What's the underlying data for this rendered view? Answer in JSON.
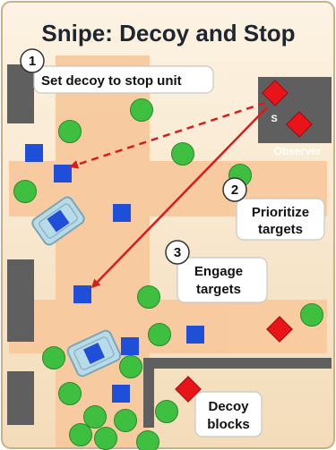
{
  "title": "Snipe: Decoy and Stop",
  "steps": [
    {
      "number": "1",
      "lines": [
        "Set decoy to stop unit"
      ]
    },
    {
      "number": "2",
      "lines": [
        "Prioritize",
        "targets"
      ]
    },
    {
      "number": "3",
      "lines": [
        "Engage",
        "targets"
      ]
    }
  ],
  "decoy_box": {
    "lines": [
      "Decoy",
      "blocks"
    ]
  },
  "labels": {
    "sniper": "S",
    "observer": "Observer"
  },
  "colors": {
    "background": "#f6e3c4",
    "road": "#f8c99e",
    "building": "#5f5f5f",
    "tree": "#3fbf3f",
    "infantry": "#1f4fd8",
    "vehicle": "#b7dbe8",
    "friendly": "#e8141a",
    "arrow": "#d81c1c"
  },
  "icons": [
    "tree-icon",
    "infantry-icon",
    "vehicle-icon",
    "diamond-icon",
    "arrow-icon"
  ]
}
